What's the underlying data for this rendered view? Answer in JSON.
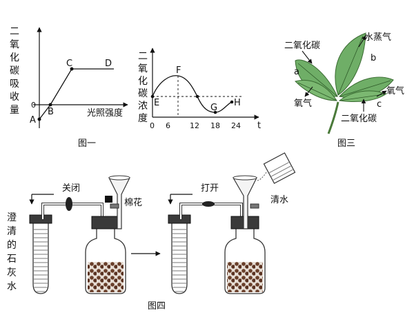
{
  "fig1": {
    "caption": "图一",
    "y_label_chars": [
      "二",
      "氧",
      "化",
      "碳",
      "吸",
      "收",
      "量"
    ],
    "x_label": "光照强度",
    "origin": "0",
    "points": {
      "A": "A",
      "B": "B",
      "C": "C",
      "D": "D"
    }
  },
  "fig2": {
    "y_label_chars": [
      "二",
      "氧",
      "化",
      "碳",
      "浓",
      "度"
    ],
    "x_label": "t",
    "x_ticks": [
      "0",
      "6",
      "12",
      "18",
      "24"
    ],
    "points": {
      "E": "E",
      "F": "F",
      "G": "G",
      "H": "H"
    }
  },
  "fig3": {
    "caption": "图三",
    "labels": {
      "co2_top": "二氧化碳",
      "water_vapor": "水蒸气",
      "a": "a",
      "b": "b",
      "c": "c",
      "oxygen_left": "氧气",
      "oxygen_right": "氧气",
      "co2_bottom": "二氧化碳"
    }
  },
  "fig4": {
    "caption": "图四",
    "closed": "关闭",
    "open": "打开",
    "cotton": "棉花",
    "water": "清水",
    "limewater_chars": [
      "澄",
      "清",
      "的",
      "石",
      "灰",
      "水"
    ]
  }
}
